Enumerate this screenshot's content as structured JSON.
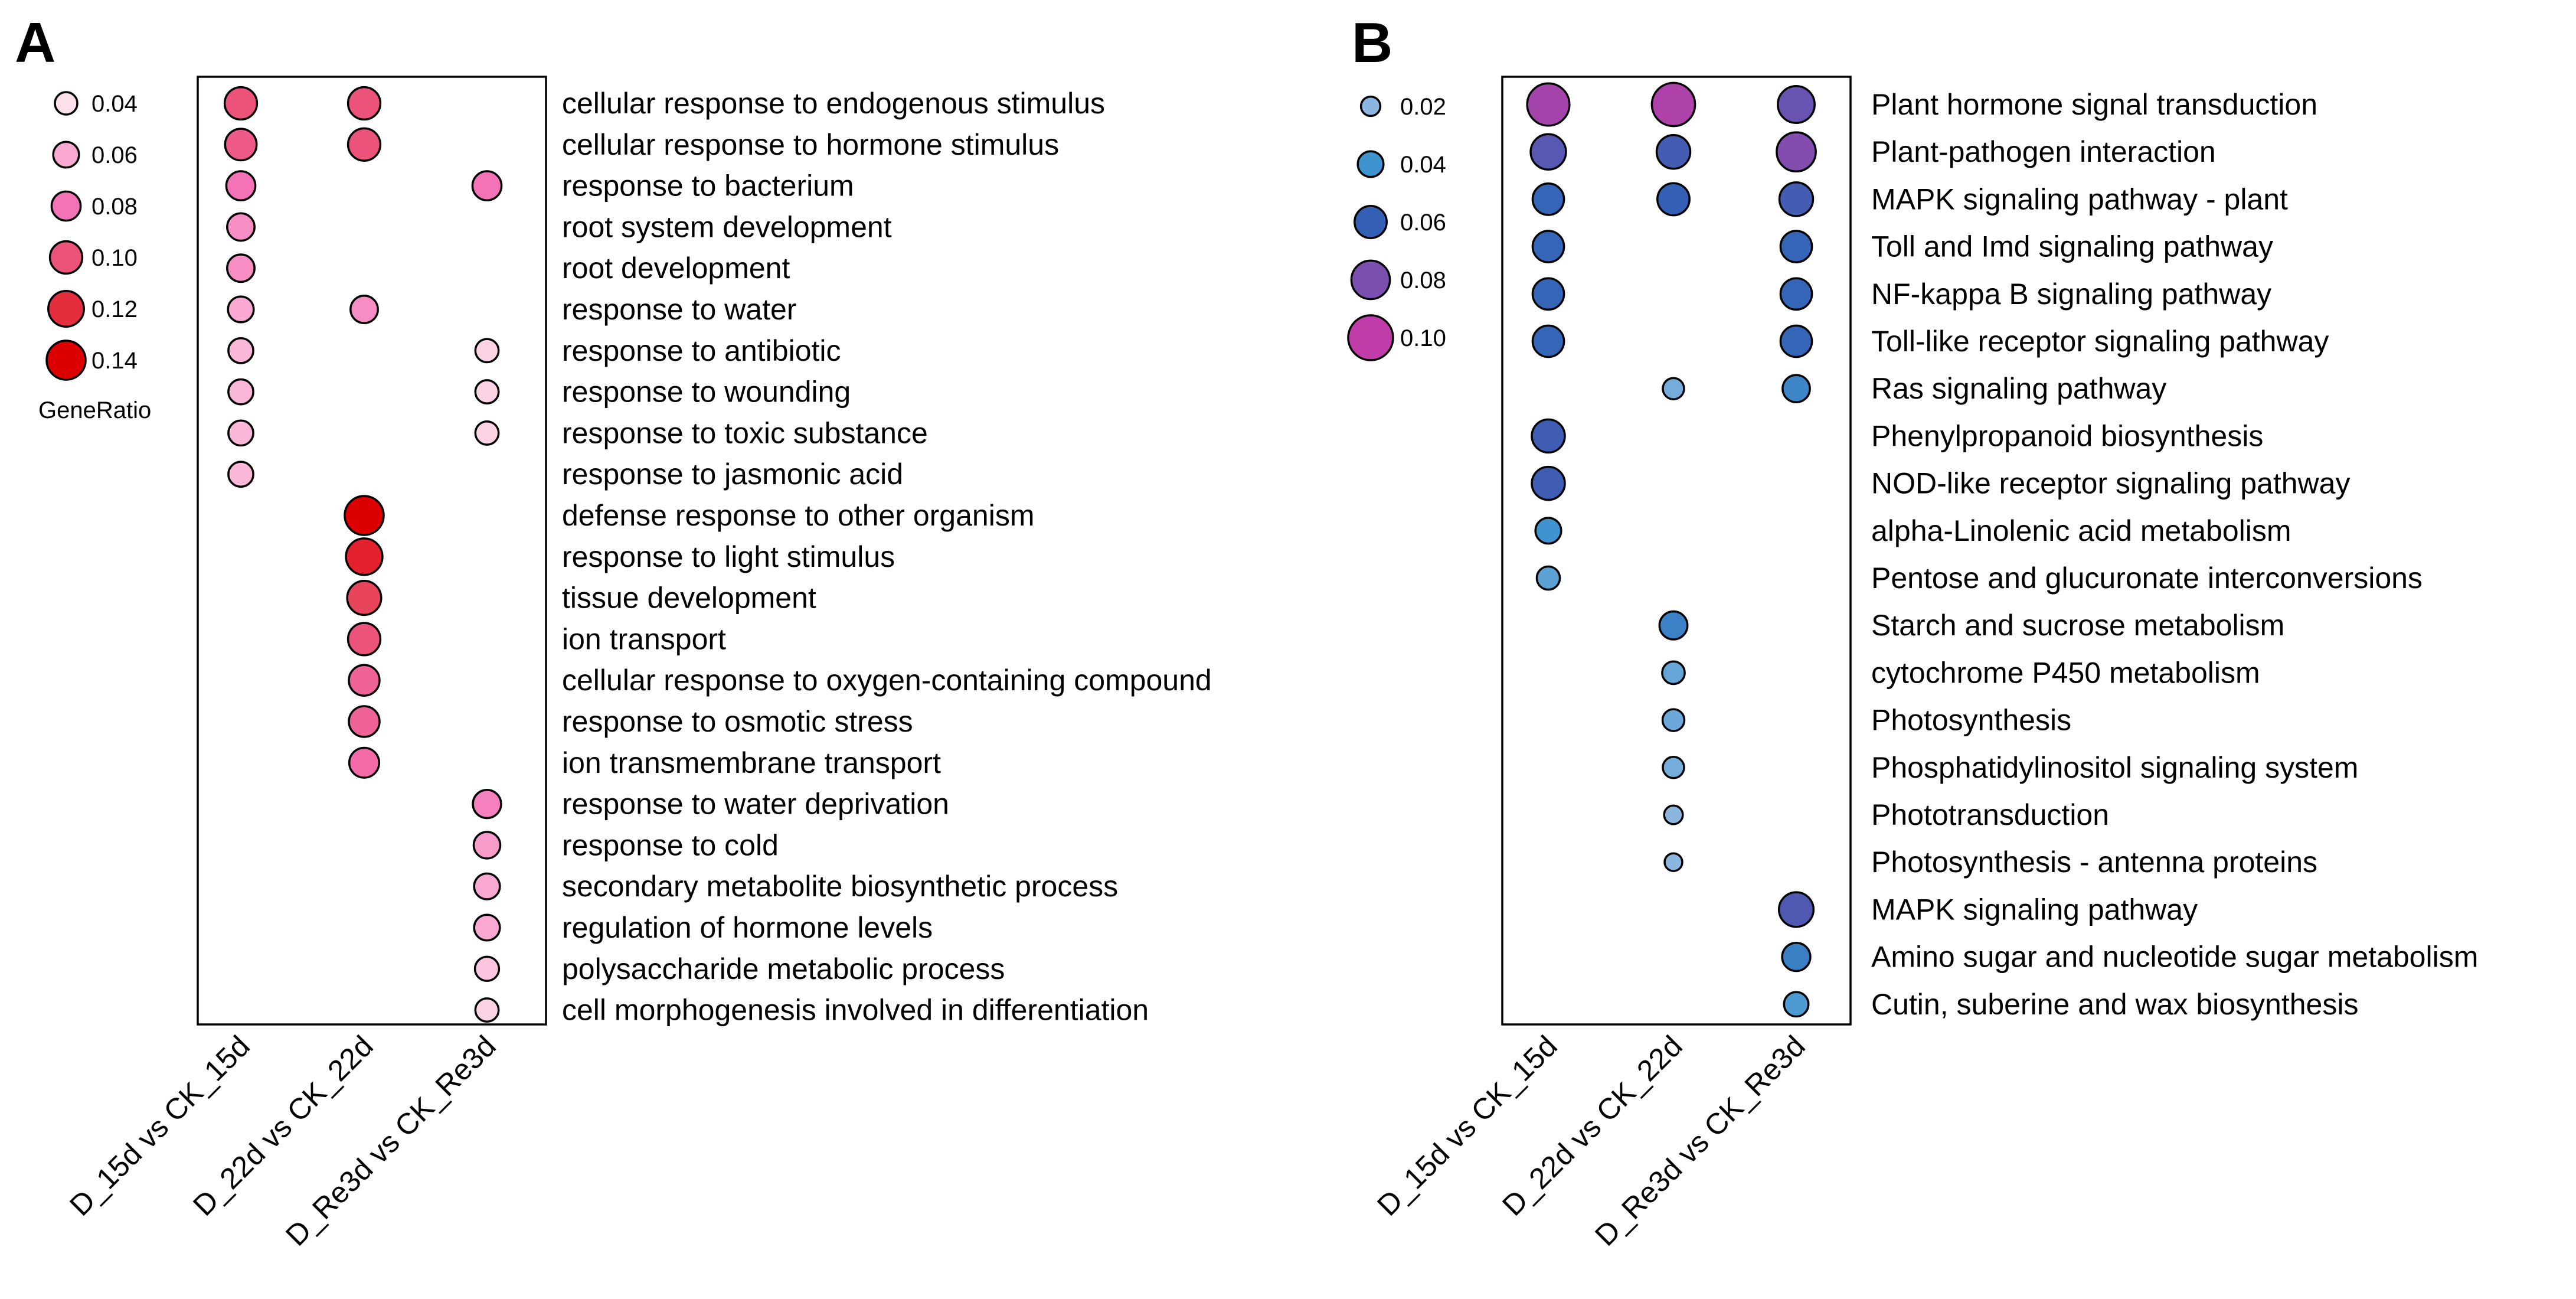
{
  "chart_data": [
    {
      "type": "scatter",
      "panel_label": "A",
      "x": [
        "D_15d vs CK_15d",
        "D_22d vs CK_22d",
        "D_Re3d vs CK_Re3d"
      ],
      "y": [
        "cellular response to endogenous stimulus",
        "cellular response to hormone stimulus",
        "response to bacterium",
        "root system development",
        "root development",
        "response to water",
        "response to antibiotic",
        "response to wounding",
        "response to toxic substance",
        "response to jasmonic acid",
        "defense response to other organism",
        "response to light stimulus",
        "tissue development",
        "ion transport",
        "cellular response to oxygen-containing compound",
        "response to osmotic stress",
        "ion transmembrane transport",
        "response to water deprivation",
        "response to cold",
        "secondary metabolite biosynthetic process",
        "regulation of hormone levels",
        "polysaccharide metabolic process",
        "cell morphogenesis involved in differentiation"
      ],
      "points": [
        {
          "term": 0,
          "group": 0,
          "gene_ratio": 0.1
        },
        {
          "term": 0,
          "group": 1,
          "gene_ratio": 0.1
        },
        {
          "term": 1,
          "group": 0,
          "gene_ratio": 0.095
        },
        {
          "term": 1,
          "group": 1,
          "gene_ratio": 0.1
        },
        {
          "term": 2,
          "group": 0,
          "gene_ratio": 0.08
        },
        {
          "term": 2,
          "group": 2,
          "gene_ratio": 0.08
        },
        {
          "term": 3,
          "group": 0,
          "gene_ratio": 0.07
        },
        {
          "term": 4,
          "group": 0,
          "gene_ratio": 0.07
        },
        {
          "term": 5,
          "group": 0,
          "gene_ratio": 0.06
        },
        {
          "term": 5,
          "group": 1,
          "gene_ratio": 0.07
        },
        {
          "term": 6,
          "group": 0,
          "gene_ratio": 0.055
        },
        {
          "term": 6,
          "group": 2,
          "gene_ratio": 0.045
        },
        {
          "term": 7,
          "group": 0,
          "gene_ratio": 0.055
        },
        {
          "term": 7,
          "group": 2,
          "gene_ratio": 0.045
        },
        {
          "term": 8,
          "group": 0,
          "gene_ratio": 0.055
        },
        {
          "term": 8,
          "group": 2,
          "gene_ratio": 0.045
        },
        {
          "term": 9,
          "group": 0,
          "gene_ratio": 0.055
        },
        {
          "term": 10,
          "group": 1,
          "gene_ratio": 0.14
        },
        {
          "term": 11,
          "group": 1,
          "gene_ratio": 0.125
        },
        {
          "term": 12,
          "group": 1,
          "gene_ratio": 0.11
        },
        {
          "term": 13,
          "group": 1,
          "gene_ratio": 0.1
        },
        {
          "term": 14,
          "group": 1,
          "gene_ratio": 0.09
        },
        {
          "term": 15,
          "group": 1,
          "gene_ratio": 0.09
        },
        {
          "term": 16,
          "group": 1,
          "gene_ratio": 0.085
        },
        {
          "term": 17,
          "group": 2,
          "gene_ratio": 0.075
        },
        {
          "term": 18,
          "group": 2,
          "gene_ratio": 0.065
        },
        {
          "term": 19,
          "group": 2,
          "gene_ratio": 0.06
        },
        {
          "term": 20,
          "group": 2,
          "gene_ratio": 0.06
        },
        {
          "term": 21,
          "group": 2,
          "gene_ratio": 0.05
        },
        {
          "term": 22,
          "group": 2,
          "gene_ratio": 0.045
        }
      ],
      "legend": {
        "title": "GeneRatio",
        "entries": [
          {
            "label": "0.04",
            "value": 0.04
          },
          {
            "label": "0.06",
            "value": 0.06
          },
          {
            "label": "0.08",
            "value": 0.08
          },
          {
            "label": "0.10",
            "value": 0.1
          },
          {
            "label": "0.12",
            "value": 0.12
          },
          {
            "label": "0.14",
            "value": 0.14
          }
        ],
        "placement": "left"
      },
      "color_scale": [
        {
          "value": 0.04,
          "color": "#fde0ec"
        },
        {
          "value": 0.08,
          "color": "#f472b6"
        },
        {
          "value": 0.11,
          "color": "#e8445c"
        },
        {
          "value": 0.14,
          "color": "#dd0000"
        }
      ]
    },
    {
      "type": "scatter",
      "panel_label": "B",
      "x": [
        "D_15d vs CK_15d",
        "D_22d vs CK_22d",
        "D_Re3d vs CK_Re3d"
      ],
      "y": [
        "Plant hormone signal transduction",
        "Plant-pathogen interaction",
        "MAPK signaling pathway - plant",
        "Toll and Imd signaling pathway",
        "NF-kappa B signaling pathway",
        "Toll-like receptor signaling pathway",
        "Ras signaling pathway",
        "Phenylpropanoid biosynthesis",
        "NOD-like receptor signaling pathway",
        "alpha-Linolenic acid metabolism",
        "Pentose and glucuronate interconversions",
        "Starch and sucrose metabolism",
        "cytochrome P450 metabolism",
        "Photosynthesis",
        "Phosphatidylinositol signaling system",
        "Phototransduction",
        "Photosynthesis - antenna proteins",
        "MAPK signaling pathway",
        "Amino sugar and nucleotide sugar metabolism",
        "Cutin, suberine and wax biosynthesis"
      ],
      "points": [
        {
          "term": 0,
          "group": 0,
          "gene_ratio": 0.092
        },
        {
          "term": 0,
          "group": 1,
          "gene_ratio": 0.095
        },
        {
          "term": 0,
          "group": 2,
          "gene_ratio": 0.075
        },
        {
          "term": 1,
          "group": 0,
          "gene_ratio": 0.07
        },
        {
          "term": 1,
          "group": 1,
          "gene_ratio": 0.065
        },
        {
          "term": 1,
          "group": 2,
          "gene_ratio": 0.082
        },
        {
          "term": 2,
          "group": 0,
          "gene_ratio": 0.058
        },
        {
          "term": 2,
          "group": 1,
          "gene_ratio": 0.06
        },
        {
          "term": 2,
          "group": 2,
          "gene_ratio": 0.065
        },
        {
          "term": 3,
          "group": 0,
          "gene_ratio": 0.058
        },
        {
          "term": 3,
          "group": 2,
          "gene_ratio": 0.058
        },
        {
          "term": 4,
          "group": 0,
          "gene_ratio": 0.058
        },
        {
          "term": 4,
          "group": 2,
          "gene_ratio": 0.058
        },
        {
          "term": 5,
          "group": 0,
          "gene_ratio": 0.058
        },
        {
          "term": 5,
          "group": 2,
          "gene_ratio": 0.058
        },
        {
          "term": 6,
          "group": 1,
          "gene_ratio": 0.026
        },
        {
          "term": 6,
          "group": 2,
          "gene_ratio": 0.045
        },
        {
          "term": 7,
          "group": 0,
          "gene_ratio": 0.063
        },
        {
          "term": 8,
          "group": 0,
          "gene_ratio": 0.063
        },
        {
          "term": 9,
          "group": 0,
          "gene_ratio": 0.04
        },
        {
          "term": 10,
          "group": 0,
          "gene_ratio": 0.032
        },
        {
          "term": 11,
          "group": 1,
          "gene_ratio": 0.047
        },
        {
          "term": 12,
          "group": 1,
          "gene_ratio": 0.03
        },
        {
          "term": 13,
          "group": 1,
          "gene_ratio": 0.028
        },
        {
          "term": 14,
          "group": 1,
          "gene_ratio": 0.026
        },
        {
          "term": 15,
          "group": 1,
          "gene_ratio": 0.018
        },
        {
          "term": 16,
          "group": 1,
          "gene_ratio": 0.015
        },
        {
          "term": 17,
          "group": 2,
          "gene_ratio": 0.068
        },
        {
          "term": 18,
          "group": 2,
          "gene_ratio": 0.048
        },
        {
          "term": 19,
          "group": 2,
          "gene_ratio": 0.036
        }
      ],
      "legend": {
        "title": "",
        "entries": [
          {
            "label": "0.02",
            "value": 0.02
          },
          {
            "label": "0.04",
            "value": 0.04
          },
          {
            "label": "0.06",
            "value": 0.06
          },
          {
            "label": "0.08",
            "value": 0.08
          },
          {
            "label": "0.10",
            "value": 0.1
          }
        ],
        "placement": "left"
      },
      "color_scale": [
        {
          "value": 0.02,
          "color": "#8ab6df"
        },
        {
          "value": 0.04,
          "color": "#3f93cf"
        },
        {
          "value": 0.06,
          "color": "#3360b4"
        },
        {
          "value": 0.08,
          "color": "#7b4fb0"
        },
        {
          "value": 0.1,
          "color": "#c03ca8"
        }
      ]
    }
  ]
}
